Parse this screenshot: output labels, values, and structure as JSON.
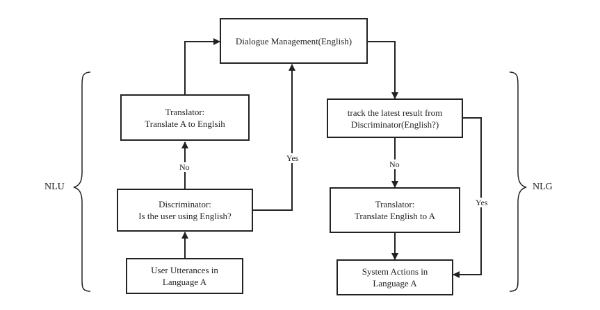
{
  "nodes": {
    "dialogue": {
      "lines": [
        "Dialogue Management(English)"
      ]
    },
    "translator_left": {
      "lines": [
        "Translator:",
        "Translate A to Englsih"
      ]
    },
    "discriminator": {
      "lines": [
        "Discriminator:",
        "Is the user using English?"
      ]
    },
    "user_utterances": {
      "lines": [
        "User Utterances in",
        "Language A"
      ]
    },
    "track": {
      "lines": [
        "track the latest result from",
        "Discriminator(English?)"
      ]
    },
    "translator_right": {
      "lines": [
        "Translator:",
        "Translate English to A"
      ]
    },
    "system_actions": {
      "lines": [
        "System Actions in",
        "Language A"
      ]
    }
  },
  "edge_labels": {
    "no_left": "No",
    "yes_left": "Yes",
    "no_right": "No",
    "yes_right": "Yes"
  },
  "sides": {
    "left": "NLU",
    "right": "NLG"
  },
  "colors": {
    "stroke": "#222222",
    "background": "#ffffff"
  }
}
